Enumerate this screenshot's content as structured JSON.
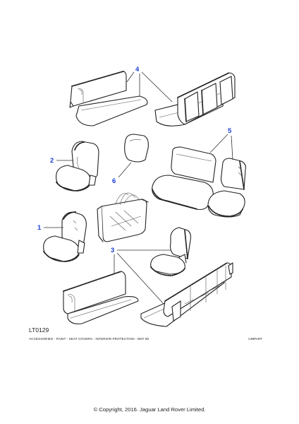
{
  "callouts": {
    "c1": "1",
    "c2": "2",
    "c3": "3",
    "c4": "4",
    "c5": "5",
    "c6": "6"
  },
  "footer": {
    "ref_code": "LT0129",
    "title": "ACCESSORIES - PAINT - SEAT COVERS - INTERIOR PROTECTION - DEF 90",
    "brand": "UNIPART",
    "copyright": "© Copyright, 2016. Jaguar Land Rover Limited."
  },
  "colors": {
    "callout": "#1a3fd6",
    "line": "#222222"
  }
}
